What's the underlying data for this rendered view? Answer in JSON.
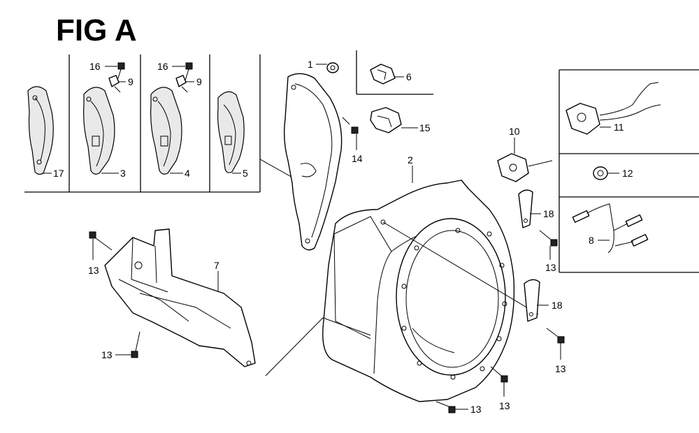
{
  "title": "FIG A",
  "labels": {
    "n1": "1",
    "n2": "2",
    "n3": "3",
    "n4": "4",
    "n5": "5",
    "n6": "6",
    "n7": "7",
    "n8": "8",
    "n9a": "9",
    "n9b": "9",
    "n10": "10",
    "n11": "11",
    "n12": "12",
    "n13a": "13",
    "n13b": "13",
    "n13c": "13",
    "n13d": "13",
    "n13e": "13",
    "n13f": "13",
    "n14": "14",
    "n15": "15",
    "n16a": "16",
    "n16b": "16",
    "n17": "17",
    "n18a": "18",
    "n18b": "18"
  }
}
